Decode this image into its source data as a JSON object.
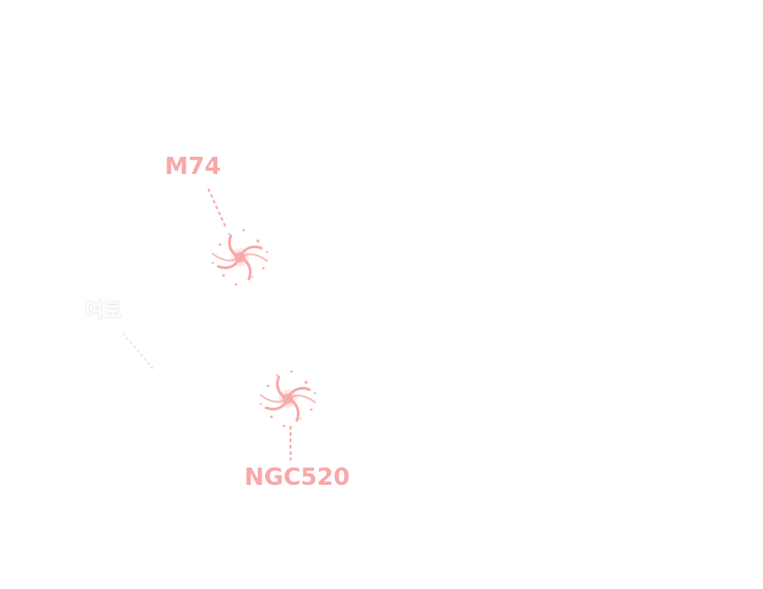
{
  "objects": [
    {
      "id": "m74",
      "label": "M74",
      "icon": "spiral-galaxy-icon"
    },
    {
      "id": "ngc520",
      "label": "NGC520",
      "icon": "spiral-galaxy-icon"
    },
    {
      "id": "faint",
      "label": "여로"
    }
  ],
  "colors": {
    "accent": "#f7a8a8",
    "faint_leader": "#e6e6e6"
  }
}
